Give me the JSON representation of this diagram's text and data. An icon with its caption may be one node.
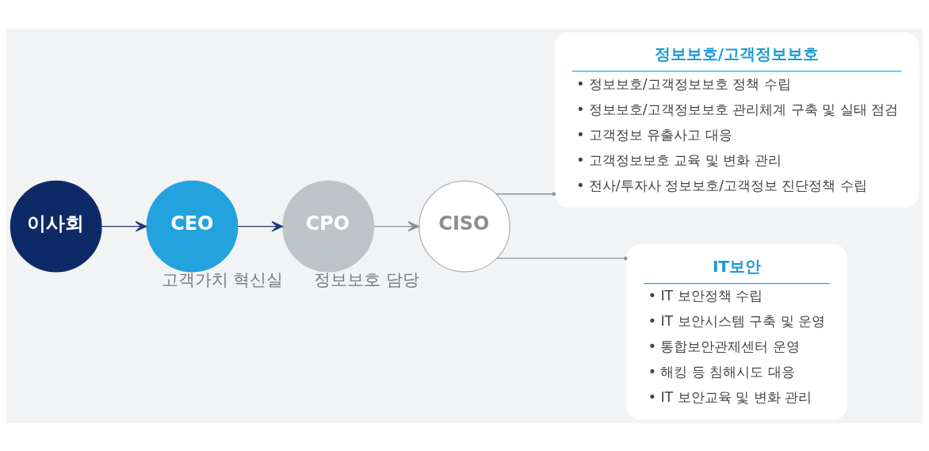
{
  "diagram": {
    "nodes": [
      {
        "text": [
          "이사회"
        ]
      },
      {
        "text": [
          "CEO"
        ]
      },
      {
        "text": [
          "CPO"
        ],
        "beside": [
          "고객가치 혁신실"
        ]
      },
      {
        "text": [
          "CISO"
        ],
        "beside": [
          "정보보호 담당"
        ]
      },
      {
        "text": [
          "정보보호/고객정보보호",
          "• 정보보호/고객정보보호 정책 수립",
          "• 정보보호/고객정보보호 관리체계 구축 및 실태 점검",
          "• 고객정보 유출사고 대응",
          "• 고객정보보호 교육 및 변화 관리",
          "• 전사/투자사 정보보호/고객정보 진단정책 수립"
        ]
      },
      {
        "text": [
          "IT보안",
          "• IT 보안정책 수립",
          "• IT 보안시스템 구축 및 운영",
          "• 통합보안관제센터 운영",
          "• 해킹 등 침해시도 대응",
          "• IT 보안교육 및 변화 관리"
        ]
      }
    ],
    "edges": [
      {
        "from": 0,
        "to": 1,
        "arrow": "to",
        "color": "#1e3a78"
      },
      {
        "from": 1,
        "to": 2,
        "arrow": "to",
        "color": "#1e3a78"
      },
      {
        "from": 2,
        "to": 3,
        "arrow": "to"
      },
      {
        "from": 3,
        "to": 4,
        "arrow": "other"
      },
      {
        "from": 3,
        "to": 5,
        "arrow": "other"
      }
    ]
  }
}
